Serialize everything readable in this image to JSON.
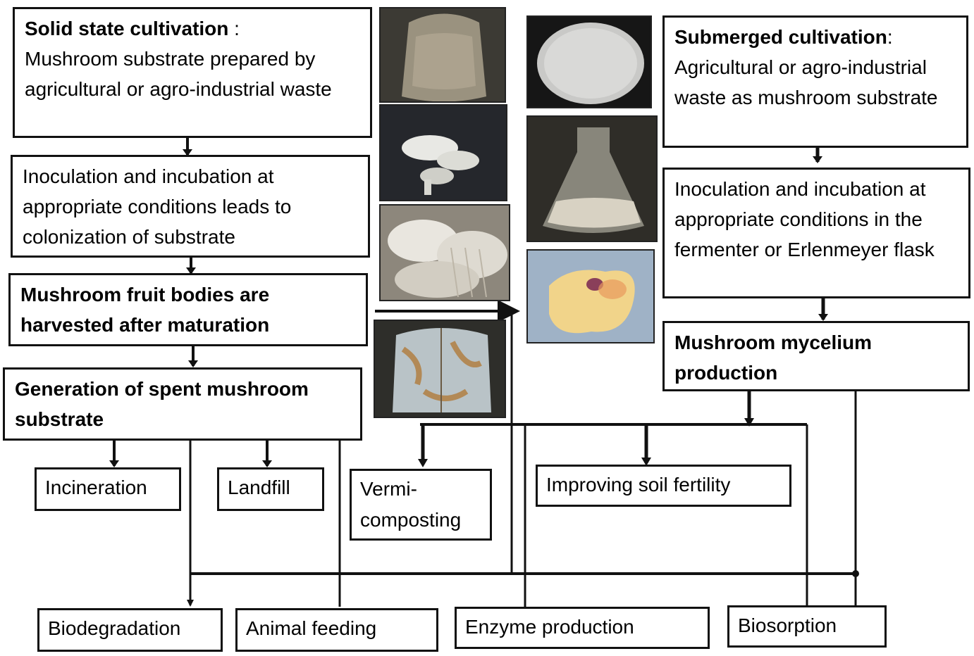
{
  "boxes": {
    "solid_title": "Solid state cultivation",
    "solid_colon": " :",
    "solid_desc": "Mushroom substrate prepared by agricultural  or agro-industrial waste",
    "inoculation_solid": "Inoculation  and incubation at appropriate conditions leads to colonization of substrate",
    "fruit_bodies": "Mushroom fruit bodies are harvested after maturation",
    "spent_substrate": "Generation of spent mushroom substrate",
    "submerged_title": "Submerged cultivation",
    "submerged_colon": ":",
    "submerged_desc": "Agricultural or agro-industrial waste as mushroom substrate",
    "inoculation_submerged": "Inoculation and incubation at appropriate conditions in the fermenter or Erlenmeyer flask",
    "mycelium": "Mushroom mycelium production",
    "incineration": "Incineration",
    "landfill": "Landfill",
    "vermicomposting": "Vermi-composting",
    "soil_fertility": "Improving soil fertility",
    "biodegradation": "Biodegradation",
    "animal_feeding": "Animal feeding",
    "enzyme_production": "Enzyme production",
    "biosorption": "Biosorption"
  },
  "photos": [
    {
      "name": "substrate-bag-photo",
      "color": "#7b7468"
    },
    {
      "name": "young-mushroom-bag-photo",
      "color": "#2f3238"
    },
    {
      "name": "oyster-mushrooms-photo",
      "color": "#c9c3b8"
    },
    {
      "name": "spent-substrate-bag-photo",
      "color": "#3a3a36"
    },
    {
      "name": "petri-dish-mycelium-photo",
      "color": "#1e1e1e"
    },
    {
      "name": "erlenmeyer-flask-photo",
      "color": "#3b3832"
    },
    {
      "name": "mycelium-biomass-photo",
      "color": "#8fa3b8"
    }
  ]
}
